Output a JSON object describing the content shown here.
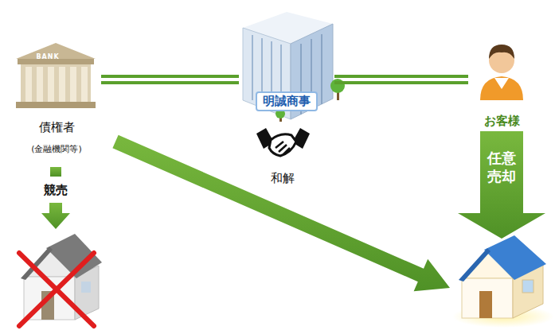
{
  "diagram": {
    "nodes": [
      {
        "text": [
          "債権者",
          "(金融機関等)"
        ]
      },
      {
        "text": [
          "明誠商事"
        ]
      },
      {
        "text": [
          "和解"
        ]
      },
      {
        "text": [
          "お客様"
        ]
      }
    ],
    "edges": [
      {
        "from": 0,
        "to": 1,
        "arrow": "none"
      },
      {
        "from": 1,
        "to": 3,
        "arrow": "none"
      }
    ],
    "labels": [
      "BANK",
      "競売",
      "任意売却"
    ]
  }
}
